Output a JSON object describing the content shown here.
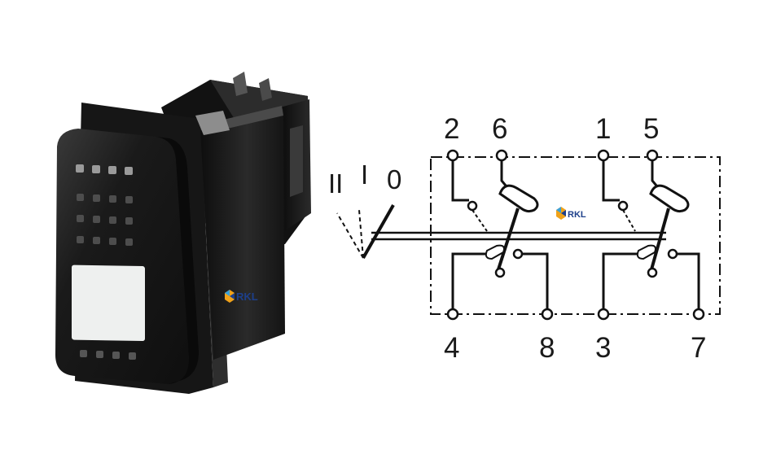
{
  "watermark": {
    "text": "RKL"
  },
  "colors": {
    "ink": "#111111",
    "switch_body": "#1c1c1c",
    "window": "#eef0ef",
    "logo_blue": "#1d3f8a",
    "logo_orange": "#f0a21a",
    "logo_light": "#3aa0d8"
  },
  "diagram": {
    "position_labels": [
      "II",
      "I",
      "0"
    ],
    "top_terminals": [
      "2",
      "6",
      "1",
      "5"
    ],
    "bottom_terminals": [
      "4",
      "8",
      "3",
      "7"
    ]
  }
}
